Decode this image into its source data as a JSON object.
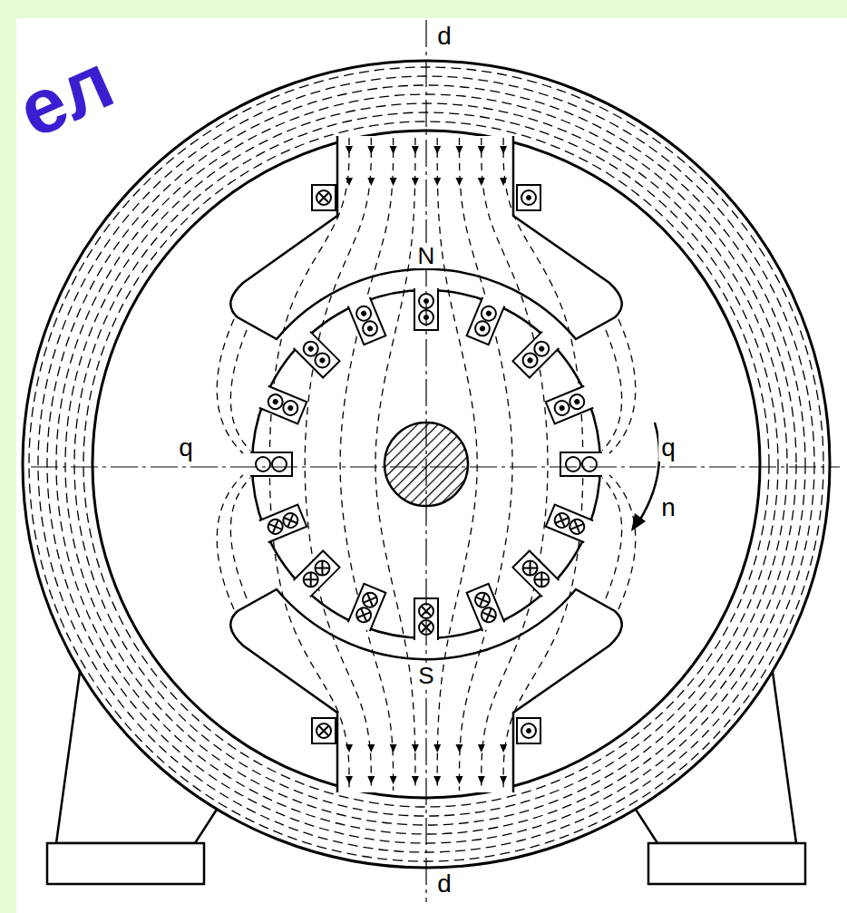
{
  "diagram": {
    "labels": [
      "ел",
      "d",
      "N",
      "q",
      "q",
      "n",
      "S",
      "d"
    ]
  }
}
